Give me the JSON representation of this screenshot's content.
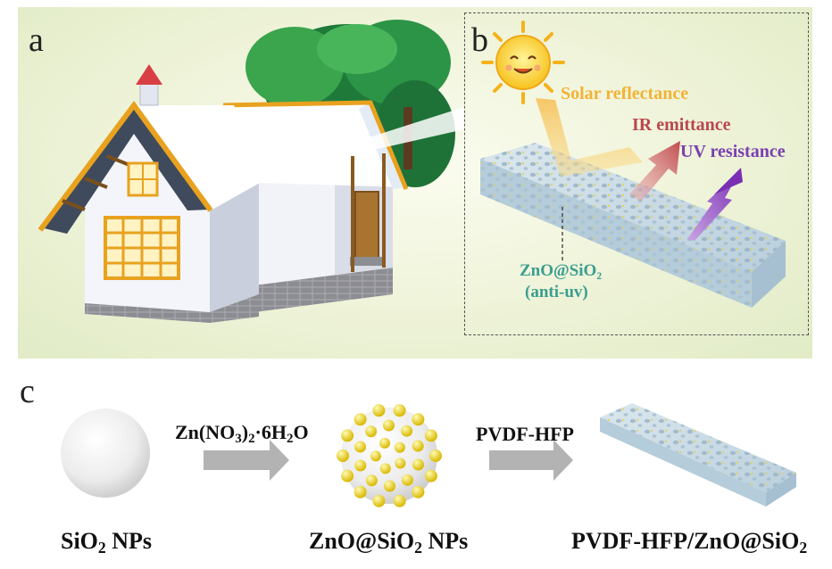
{
  "panel_a": {
    "letter": "a"
  },
  "panel_b": {
    "letter": "b",
    "solar_label": "Solar reflectance",
    "ir_label": "IR emittance",
    "uv_label": "UV resistance",
    "coating_line1": "ZnO@SiO₂",
    "coating_line2": "(anti-uv)"
  },
  "panel_c": {
    "letter": "c",
    "step1_reagent": {
      "a": "Zn(NO",
      "b": "3",
      "c": ")",
      "d": "2",
      "e": "·6H",
      "f": "2",
      "g": "O"
    },
    "step2_reagent": "PVDF-HFP",
    "sio2": {
      "a": "SiO",
      "b": "2",
      "c": " NPs"
    },
    "znosio2": {
      "a": "ZnO@SiO",
      "b": "2",
      "c": " NPs"
    },
    "composite": {
      "a": "PVDF-HFP/ZnO@SiO",
      "b": "2"
    }
  },
  "colors": {
    "solar": "#f2b233",
    "ir": "#b8484c",
    "uv": "#7b3fb0",
    "coating": "#3a9e8f",
    "film": "#c8d9e4",
    "zno": "#f0d91a",
    "roof_trim": "#e8a21f"
  },
  "icons": [
    "sun-icon",
    "house-illustration",
    "tree-illustration",
    "porous-film-illustration",
    "sio2-sphere",
    "zno-sio2-sphere",
    "reaction-arrow"
  ]
}
